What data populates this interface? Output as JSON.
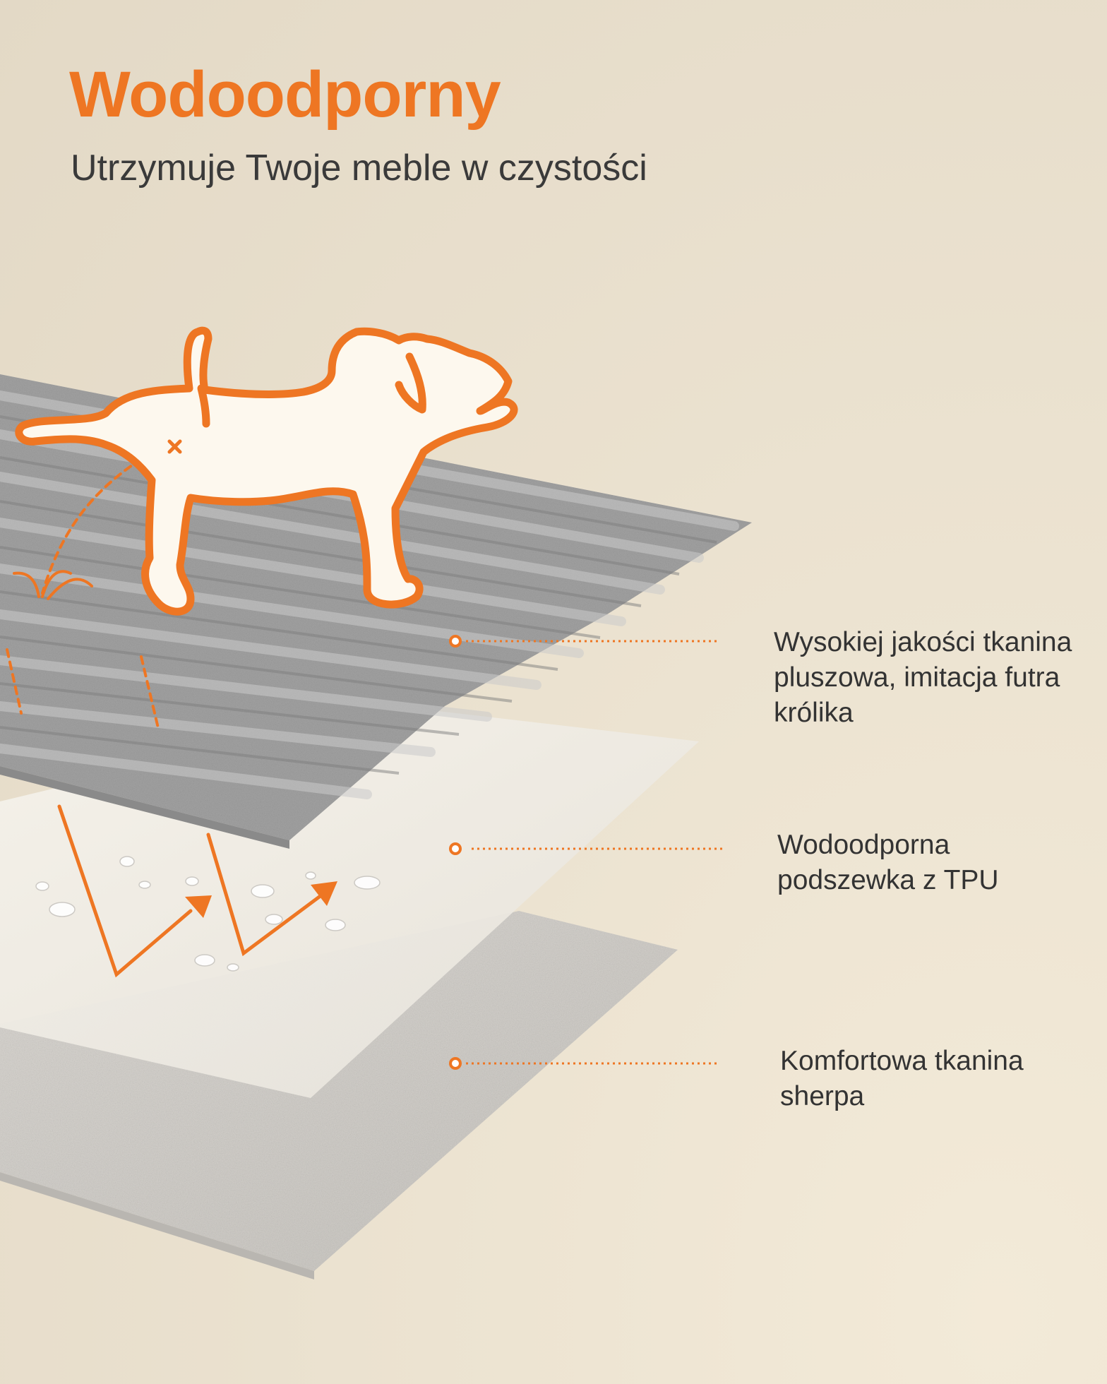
{
  "header": {
    "title": "Wodoodporny",
    "subtitle": "Utrzymuje Twoje meble w czystości"
  },
  "layers": [
    {
      "lines": [
        "Wysokiej jakości tkanina",
        "pluszowa, imitacja futra",
        "królika"
      ]
    },
    {
      "lines": [
        "Wodoodporna",
        "podszewka z TPU"
      ]
    },
    {
      "lines": [
        "Komfortowa tkanina",
        "sherpa"
      ]
    }
  ],
  "colors": {
    "accent": "#ee7623",
    "text": "#333333",
    "background": "#e8dfcc",
    "plush": "#9c9c9c",
    "tpu": "#f0ede6",
    "sherpa": "#d2cfca"
  },
  "icons": [
    "dog-icon",
    "water-drops-icon",
    "arrow-icon",
    "leader-dot-icon"
  ]
}
